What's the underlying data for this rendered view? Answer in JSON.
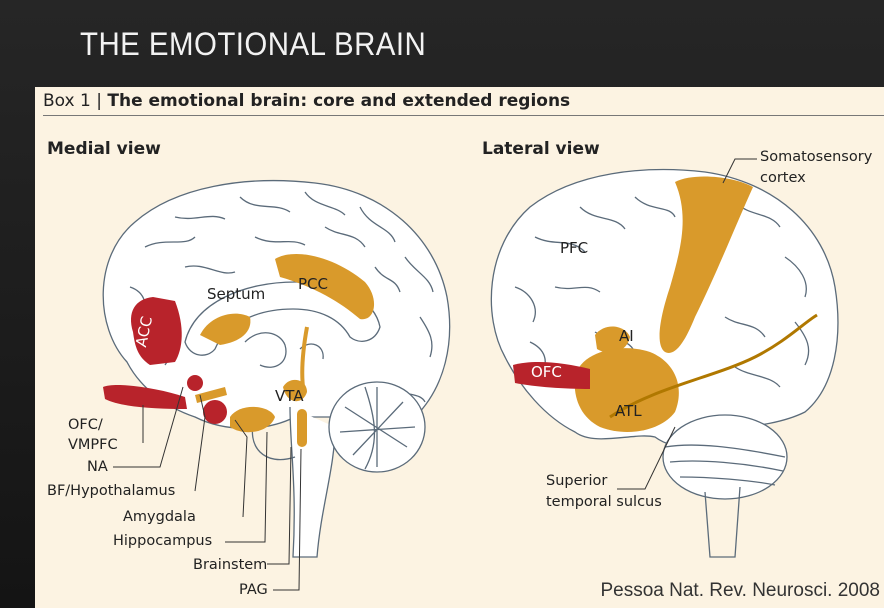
{
  "slide": {
    "title": "THE EMOTIONAL BRAIN"
  },
  "figure": {
    "box_number": "Box 1",
    "box_title": "The emotional brain: core and extended regions",
    "citation": "Pessoa Nat. Rev. Neurosci. 2008"
  },
  "medial": {
    "title": "Medial view",
    "inside_labels": {
      "septum": "Septum",
      "pcc": "PCC",
      "acc": "ACC",
      "vta": "VTA"
    },
    "callouts": [
      "OFC/",
      "VMPFC",
      "NA",
      "BF/Hypothalamus",
      "Amygdala",
      "Hippocampus",
      "Brainstem",
      "PAG"
    ]
  },
  "lateral": {
    "title": "Lateral view",
    "inside_labels": {
      "pfc": "PFC",
      "ai": "AI",
      "ofc": "OFC",
      "atl": "ATL"
    },
    "somatosensory": [
      "Somatosensory",
      "cortex"
    ],
    "sts": [
      "Superior",
      "temporal sulcus"
    ]
  },
  "colors": {
    "core_red": "#b8232b",
    "extended_orange": "#d99a2b",
    "paper": "#fcf3e2",
    "outline": "#5b6b7a"
  }
}
